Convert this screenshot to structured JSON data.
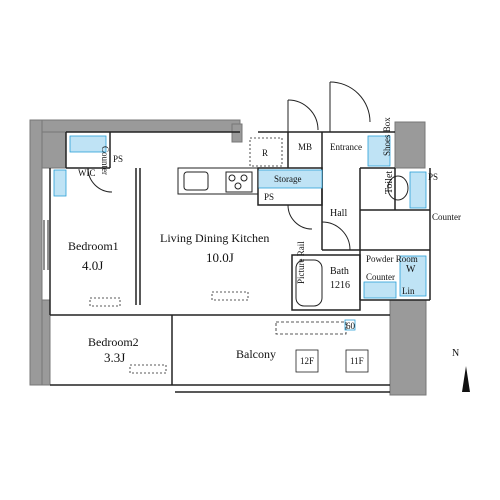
{
  "colors": {
    "wall": "#8a8a8a",
    "wall_fill": "#9a9a9a",
    "blue": "#bfe3f5",
    "line": "#222222",
    "accent": "#2aa0d8"
  },
  "rooms": {
    "wic": "WIC",
    "counter_wic": "Counter",
    "ps_wic": "PS",
    "bedroom1_name": "Bedroom1",
    "bedroom1_size": "4.0J",
    "bedroom2_name": "Bedroom2",
    "bedroom2_size": "3.3J",
    "ldk_name": "Living Dining Kitchen",
    "ldk_size": "10.0J",
    "refrigerator": "R",
    "mb": "MB",
    "entrance": "Entrance",
    "shoes_box": "Shoes Box",
    "storage": "Storage",
    "ps_storage": "PS",
    "hall": "Hall",
    "toilet": "Toilet",
    "ps_toilet": "PS",
    "counter_toilet": "Counter",
    "powder_room": "Powder Room",
    "powder_counter": "Counter",
    "washer": "W",
    "linen": "Lin",
    "bath_name": "Bath",
    "bath_size": "1216",
    "picture_rail": "Picture Rail",
    "balcony": "Balcony",
    "unit_12f": "12F",
    "unit_11f": "11F",
    "ac_tag": "60"
  },
  "compass": {
    "north": "N"
  }
}
